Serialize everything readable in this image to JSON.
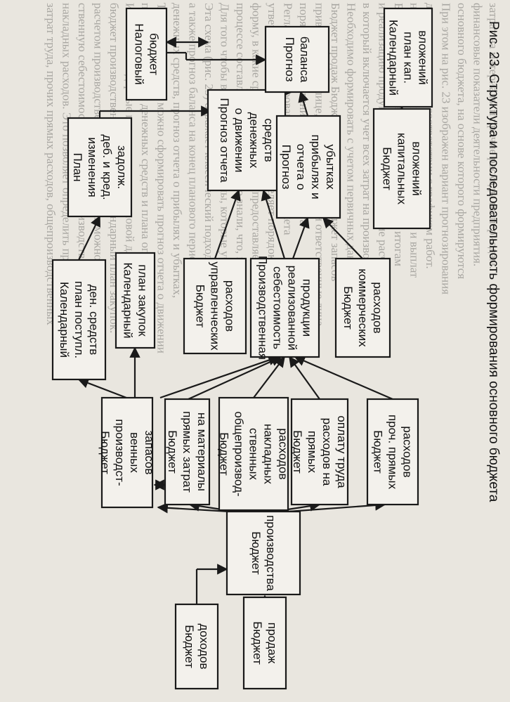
{
  "caption": "Рис. 23. Структура и последовательность формирования основного бюджета",
  "boxes": [
    {
      "id": "sales",
      "lines": [
        "Бюджет",
        "продаж"
      ]
    },
    {
      "id": "income",
      "lines": [
        "Бюджет",
        "доходов"
      ]
    },
    {
      "id": "production",
      "lines": [
        "Бюджет",
        "производства"
      ]
    },
    {
      "id": "inventory",
      "lines": [
        "Бюджет",
        "производст-",
        "венных",
        "запасов"
      ]
    },
    {
      "id": "materials",
      "lines": [
        "Бюджет",
        "прямых затрат",
        "на материалы"
      ]
    },
    {
      "id": "overhead",
      "lines": [
        "Бюджет",
        "общепроизвод-",
        "ственных",
        "накладных",
        "расходов"
      ]
    },
    {
      "id": "labor",
      "lines": [
        "Бюджет",
        "прямых",
        "расходов на",
        "оплату труда"
      ]
    },
    {
      "id": "other_direct",
      "lines": [
        "Бюджет",
        "проч. прямых",
        "расходов"
      ]
    },
    {
      "id": "cash_calendar",
      "lines": [
        "Календарный",
        "план поступл.",
        "ден. средств"
      ]
    },
    {
      "id": "purchase_calendar",
      "lines": [
        "Календарный",
        "план закупок"
      ]
    },
    {
      "id": "admin",
      "lines": [
        "Бюджет",
        "управленческих",
        "расходов"
      ]
    },
    {
      "id": "cogs",
      "lines": [
        "Производственная",
        "себестоимость",
        "реализованной",
        "продукции"
      ]
    },
    {
      "id": "commercial",
      "lines": [
        "Бюджет",
        "коммерческих",
        "расходов"
      ]
    },
    {
      "id": "debt_plan",
      "lines": [
        "План",
        "изменения",
        "деб. и кред.",
        "задолж."
      ]
    },
    {
      "id": "cashflow",
      "lines": [
        "Прогноз отчета",
        "о движении",
        "денежных",
        "средств"
      ]
    },
    {
      "id": "pl",
      "lines": [
        "Прогноз",
        "отчета о",
        "прибылях и",
        "убытках"
      ]
    },
    {
      "id": "capex",
      "lines": [
        "Бюджет",
        "капитальных",
        "вложений"
      ]
    },
    {
      "id": "capex_calendar",
      "lines": [
        "Календарный",
        "план кап.",
        "вложений"
      ]
    },
    {
      "id": "tax",
      "lines": [
        "Налоговый",
        "бюджет"
      ]
    },
    {
      "id": "balance",
      "lines": [
        "Прогноз",
        "баланса"
      ]
    }
  ],
  "background_text": [
    "затрат труда, прочих прямых расходов, общепроизводственных",
    "накладных расходов. Это позволяет определить производ-",
    "ственную себестоимость продукции. Производственный план с",
    "расчетом производственной себестоимости можно сформировать",
    "бюджет производственных запасов и календарный план закупок.",
    "Именно календарные планы являются основой для составления",
    "плана поступлений денежных средств и плана оплаты расходов.",
    "Только после этого можно сформировать прогноз отчета о движении",
    "денежных средств, прогноз отчета о прибылях и убытках,",
    "а также прогноз баланса на конец планового периода.",
    "Эта схема (рис. 23) отражает классический подход.",
    "Для того чтобы все сотрудники фирмы, которые участвуют в",
    "процессе составления бюджета, четко знали, что, кто и в какую",
    "форму, в какие сроки готовит и кому предоставляет, нужно",
    "утвердить регламент, который определяет порядок составления.",
    "Регламент формирования основного бюджета",
    "порядок формирования основного бюджета",
    "приводится в таблице, где указаны сроки и ответственные лица.",
    "Бюджет продаж   Бюджет производства   Бюджет запасов",
    "Необходимо формировать с учетом первичных данных предприятия,",
    "в который включается учет всех затрат на производство",
    "и реализацию продукции, а также проведение расчетов.",
    "Бюджет доходов и расходов составляется по итогам",
    "на основе календарных планов поступлений и выплат",
    "денежных средств в соответствии с графиком работ.",
    "При этом на рис. 23 изображен вариант прогнозирования",
    "основного бюджета, на основе которого формируются",
    "финансовые показатели деятельности предприятия.",
    "затрат на материалы и прочие расходы по периодам."
  ]
}
